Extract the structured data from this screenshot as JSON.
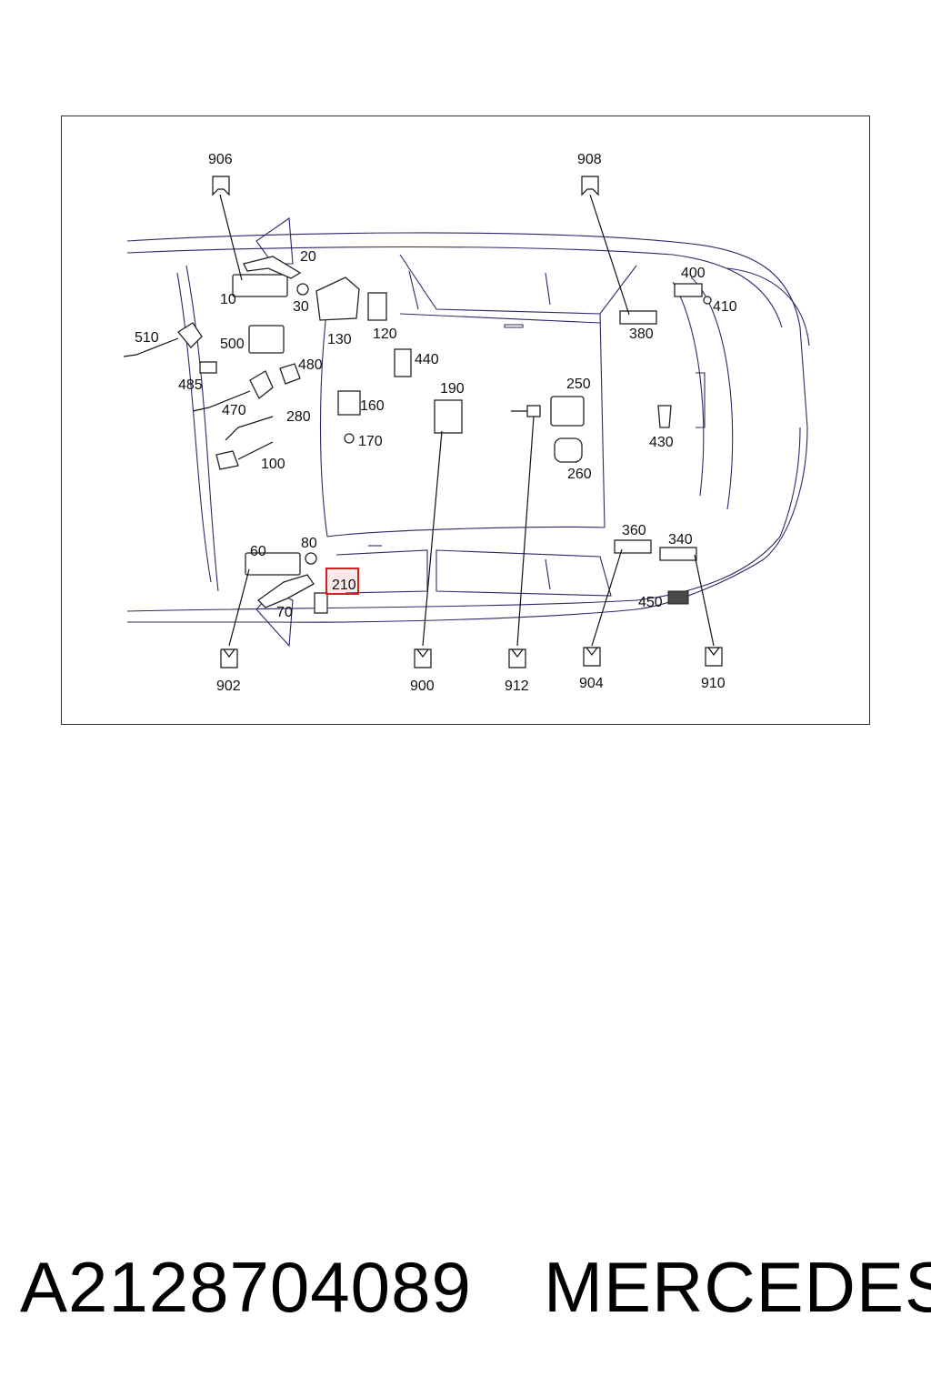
{
  "diagram": {
    "callouts": {
      "c10": "10",
      "c20": "20",
      "c30": "30",
      "c60": "60",
      "c70": "70",
      "c80": "80",
      "c100": "100",
      "c120": "120",
      "c130": "130",
      "c160": "160",
      "c170": "170",
      "c190": "190",
      "c210": "210",
      "c250": "250",
      "c260": "260",
      "c280": "280",
      "c340": "340",
      "c360": "360",
      "c380": "380",
      "c400": "400",
      "c410": "410",
      "c430": "430",
      "c440": "440",
      "c450": "450",
      "c470": "470",
      "c480": "480",
      "c485": "485",
      "c500": "500",
      "c510": "510",
      "c900": "900",
      "c902": "902",
      "c904": "904",
      "c906": "906",
      "c908": "908",
      "c910": "910",
      "c912": "912"
    },
    "highlighted_callout": "210",
    "highlight_color": "#d02020"
  },
  "footer": {
    "part_number": "A2128704089",
    "brand": "MERCEDES"
  }
}
